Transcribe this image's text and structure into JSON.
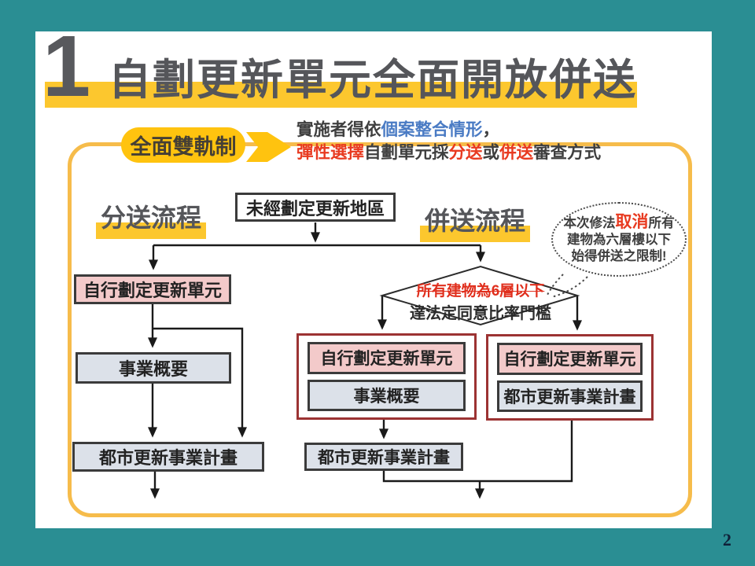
{
  "colors": {
    "teal_background": "#2a8e93",
    "title_highlight_yellow": "#fcc72e",
    "badge_yellow": "#ffc30f",
    "frame_border_yellow": "#f6bc4b",
    "red_accent": "#e83a20",
    "blue_accent": "#4a7bc4",
    "pink_box_fill": "#f3caca",
    "gray_box_fill": "#dce1e9",
    "red_group_border": "#9c3333",
    "dark_text": "#55565a"
  },
  "slide": {
    "number": "1",
    "title": "自劃更新單元全面開放併送",
    "page_number": "2"
  },
  "badge": {
    "label": "全面雙軌制"
  },
  "intro": {
    "line1_parts": [
      {
        "text": "實施者得依",
        "color": "dark"
      },
      {
        "text": "個案整合情形",
        "color": "blue"
      },
      {
        "text": "，",
        "color": "dark"
      }
    ],
    "line2_parts": [
      {
        "text": "彈性選擇",
        "color": "red"
      },
      {
        "text": "自劃單元採",
        "color": "dark"
      },
      {
        "text": "分送",
        "color": "red"
      },
      {
        "text": "或",
        "color": "dark"
      },
      {
        "text": "併送",
        "color": "red"
      },
      {
        "text": "審查方式",
        "color": "dark"
      }
    ]
  },
  "flowchart": {
    "start_node": "未經劃定更新地區",
    "left_process_label": "分送流程",
    "right_process_label": "併送流程",
    "left_column": {
      "box1": "自行劃定更新單元",
      "box2": "事業概要",
      "box3": "都市更新事業計畫"
    },
    "decision": {
      "line1_strikethrough": "所有建物為6層以下",
      "line2": "達法定同意比率門檻"
    },
    "middle_group": {
      "box1": "自行劃定更新單元",
      "box2": "事業概要"
    },
    "middle_bottom_box": "都市更新事業計畫",
    "right_group": {
      "box1": "自行劃定更新單元",
      "box2": "都市更新事業計畫"
    },
    "callout": {
      "line1_parts": [
        {
          "text": "本次修法",
          "color": "dark"
        },
        {
          "text": "取消",
          "color": "red"
        },
        {
          "text": "所有",
          "color": "dark"
        }
      ],
      "line2": "建物為六層樓以下",
      "line3": "始得併送之限制!"
    }
  }
}
